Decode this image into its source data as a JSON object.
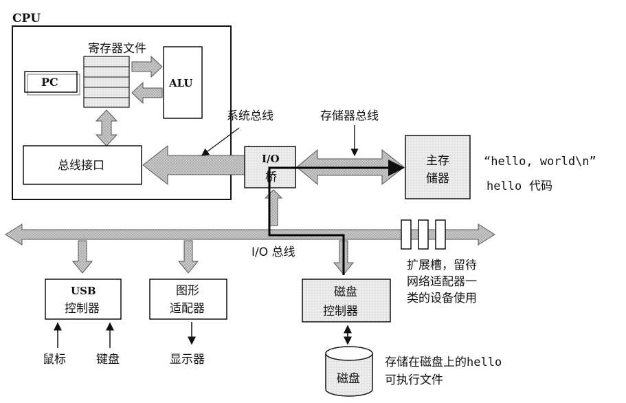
{
  "cpu": {
    "label": "CPU",
    "register_file_label": "寄存器文件",
    "pc_label": "PC",
    "alu_label": "ALU",
    "bus_interface_label": "总线接口"
  },
  "buses": {
    "system_bus_label": "系统总线",
    "memory_bus_label": "存储器总线",
    "io_bus_label": "I/O 总线"
  },
  "io_bridge": {
    "line1": "I/O",
    "line2": "桥"
  },
  "main_memory": {
    "line1": "主存",
    "line2": "储器"
  },
  "memory_contents": {
    "string_label": "“hello, world\\n”",
    "code_prefix": "hello",
    "code_suffix": "代码"
  },
  "expansion_slots": {
    "line1": "扩展槽，留待",
    "line2": "网络适配器一",
    "line3": "类的设备使用"
  },
  "usb": {
    "line1": "USB",
    "line2": "控制器",
    "mouse": "鼠标",
    "keyboard": "键盘"
  },
  "graphics": {
    "line1": "图形",
    "line2": "适配器",
    "display": "显示器"
  },
  "disk_controller": {
    "line1": "磁盘",
    "line2": "控制器"
  },
  "disk": {
    "label": "磁盘",
    "note_line1_prefix": "存储在磁盘上的",
    "note_line1_mono": "hello",
    "note_line2": "可执行文件"
  },
  "colors": {
    "bus_fill": "#a9a9a9",
    "bus_stroke": "#555555",
    "box_fill": "#e6e6e6",
    "path_line": "#000000"
  }
}
